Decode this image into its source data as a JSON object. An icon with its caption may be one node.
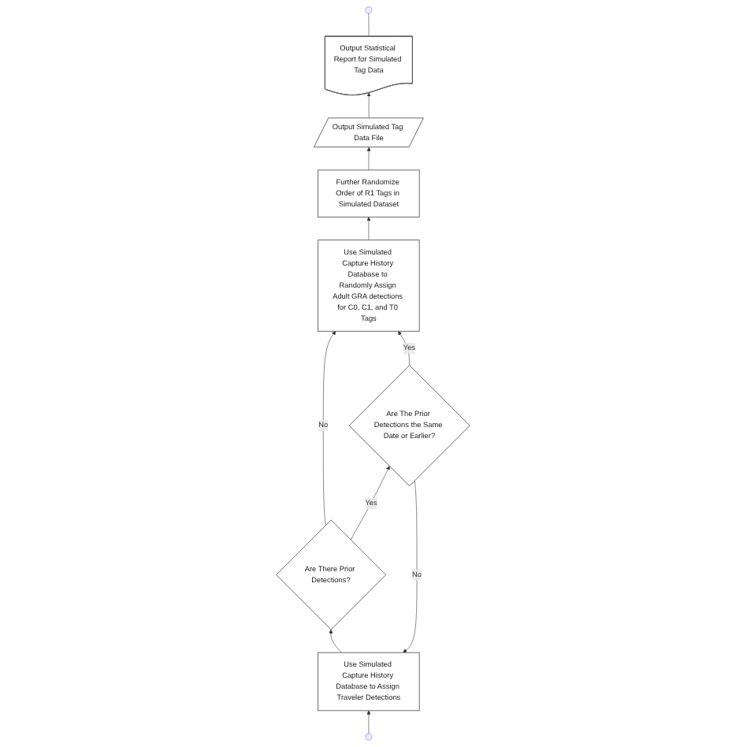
{
  "diagram": {
    "nodes": [
      {
        "text": [
          "Use Simulated Capture History Database to Assign Traveler Detections"
        ]
      },
      {
        "text": [
          "Are There Prior Detections?"
        ]
      },
      {
        "text": [
          "Are The Prior Detections the Same Date or Earlier?"
        ]
      },
      {
        "text": [
          "Use Simulated Capture History Database to Randomly Assign Adult GRA detections for C0, C1, and T0 Tags"
        ]
      },
      {
        "text": [
          "Further Randomize Order of R1 Tags in Simulated Dataset"
        ]
      },
      {
        "text": [
          "Output Simulated Tag Data File"
        ]
      },
      {
        "text": [
          "Output Statistical Report for Simulated Tag Data"
        ]
      }
    ],
    "edges": [
      {
        "from": null,
        "to": 0,
        "arrow": "to"
      },
      {
        "from": 0,
        "to": 1,
        "arrow": "to"
      },
      {
        "from": 1,
        "to": 2,
        "label": "Yes",
        "arrow": "to"
      },
      {
        "from": 1,
        "to": 3,
        "label": "No",
        "arrow": "to"
      },
      {
        "from": 2,
        "to": 3,
        "label": "Yes",
        "arrow": "to"
      },
      {
        "from": 2,
        "to": 0,
        "label": "No",
        "arrow": "to"
      },
      {
        "from": 3,
        "to": 4,
        "arrow": "to"
      },
      {
        "from": 4,
        "to": 5,
        "arrow": "to"
      },
      {
        "from": 5,
        "to": 6,
        "arrow": "to"
      },
      {
        "from": 6,
        "to": null,
        "arrow": "none"
      }
    ]
  }
}
